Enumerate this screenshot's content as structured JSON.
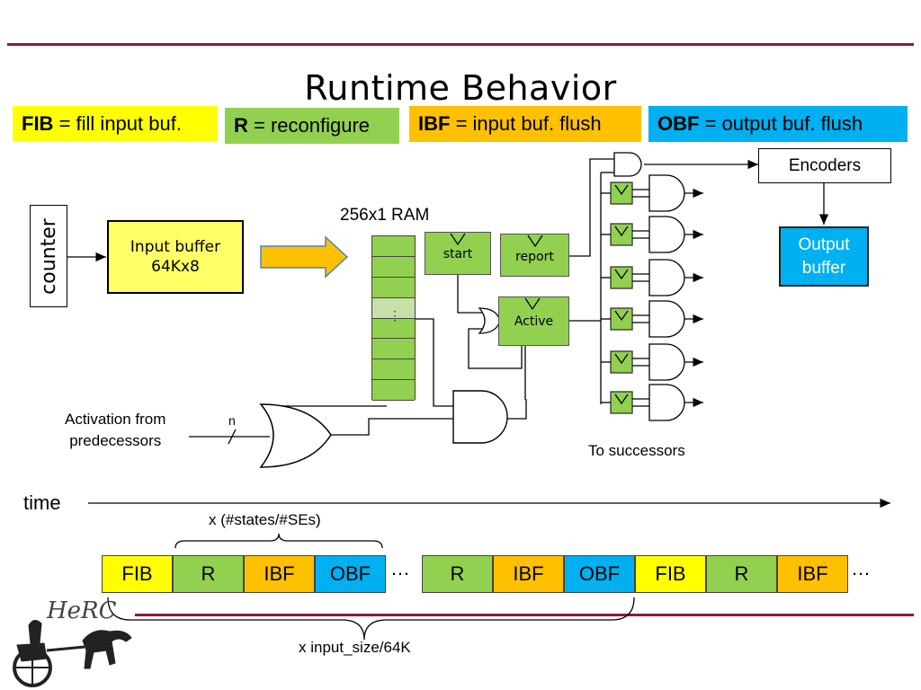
{
  "title": "Runtime Behavior",
  "legend": [
    {
      "abbr": "FIB",
      "desc": "= fill input buf.",
      "color": "#ffff00"
    },
    {
      "abbr": "R",
      "desc": "= reconfigure",
      "color": "#92d050"
    },
    {
      "abbr": "IBF",
      "desc": "= input buf. flush",
      "color": "#ffc000"
    },
    {
      "abbr": "OBF",
      "desc": "= output buf. flush",
      "color": "#00b0f0"
    }
  ],
  "diagram": {
    "counter": "counter",
    "input_buffer": {
      "line1": "Input buffer",
      "line2": "64Kx8"
    },
    "ram_label": "256x1 RAM",
    "ram_ellipsis": "⋮",
    "start": "start",
    "report": "report",
    "active": "Active",
    "encoders": "Encoders",
    "output_buffer": {
      "line1": "Output",
      "line2": "buffer"
    },
    "activation": {
      "line1": "Activation from",
      "line2": "predecessors"
    },
    "n_label": "n",
    "to_successors": "To successors"
  },
  "timeline": {
    "time_label": "time",
    "brace_top_label": "x (#states/#SEs)",
    "brace_bottom_label": "x input_size/64K",
    "ellipsis": "…",
    "group1": [
      "FIB",
      "R",
      "IBF",
      "OBF"
    ],
    "group2": [
      "R",
      "IBF",
      "OBF",
      "FIB",
      "R",
      "IBF"
    ]
  },
  "colors": {
    "FIB": "#ffff00",
    "R": "#92d050",
    "IBF": "#ffc000",
    "OBF": "#00b0f0",
    "accent": "#8b1a3a",
    "green_box": "#92d050",
    "yellow_box": "#ffff66",
    "blue_box": "#00b0f0",
    "arrow_fill": "#ffc000",
    "arrow_stroke": "#4f81bd"
  },
  "logo": {
    "text": "HeRC",
    "icon": "chariot-logo-icon"
  }
}
